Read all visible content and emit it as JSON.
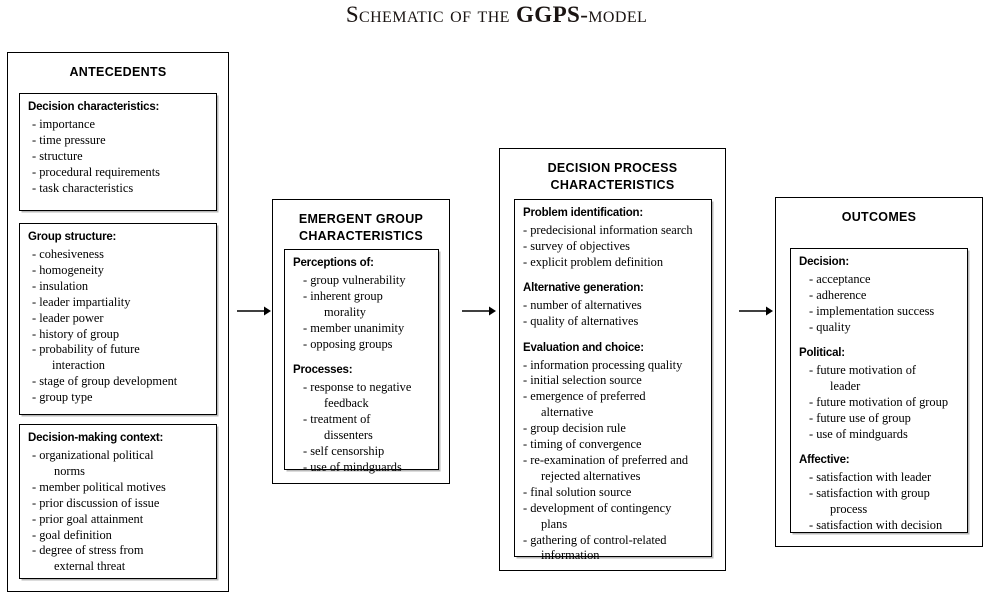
{
  "title": {
    "prefix": "Schematic of the ",
    "acronym": "GGPS",
    "suffix": "-model",
    "full": "Schematic of the GGPS-model"
  },
  "stages": [
    {
      "id": "antecedents",
      "heading": "ANTECEDENTS",
      "groups": [
        {
          "head": "Decision characteristics:",
          "items": [
            "- importance",
            "- time pressure",
            "- structure",
            "- procedural requirements",
            "- task characteristics"
          ]
        },
        {
          "head": "Group structure:",
          "items": [
            "- cohesiveness",
            "- homogeneity",
            "- insulation",
            "- leader impartiality",
            "- leader power",
            "- history of group",
            "- probability of future",
            "interaction",
            "- stage of group development",
            "- group type"
          ]
        },
        {
          "head": "Decision-making context:",
          "items": [
            "- organizational political",
            "norms",
            "- member political motives",
            "- prior discussion of issue",
            "- prior goal attainment",
            "- goal definition",
            "- degree of stress from",
            "external threat"
          ]
        }
      ]
    },
    {
      "id": "emergent",
      "heading_line1": "EMERGENT GROUP",
      "heading_line2": "CHARACTERISTICS",
      "groups": [
        {
          "head": "Perceptions of:",
          "items": [
            "- group vulnerability",
            "- inherent group",
            "morality",
            "- member unanimity",
            "- opposing groups"
          ]
        },
        {
          "head": "Processes:",
          "items": [
            "- response to negative",
            "feedback",
            "- treatment of",
            "dissenters",
            "- self censorship",
            "- use of mindguards"
          ]
        }
      ]
    },
    {
      "id": "process",
      "heading_line1": "DECISION PROCESS",
      "heading_line2": "CHARACTERISTICS",
      "groups": [
        {
          "head": "Problem identification:",
          "items": [
            "- predecisional information search",
            "- survey of objectives",
            "- explicit problem definition"
          ]
        },
        {
          "head": "Alternative generation:",
          "items": [
            "- number of alternatives",
            "- quality of alternatives"
          ]
        },
        {
          "head": "Evaluation and choice:",
          "items": [
            "- information processing quality",
            "- initial selection source",
            "- emergence of preferred",
            "alternative",
            "- group decision rule",
            "- timing of convergence",
            "- re-examination of preferred and",
            "rejected alternatives",
            "- final solution source",
            "- development of contingency",
            "plans",
            "- gathering of control-related",
            "information"
          ]
        }
      ]
    },
    {
      "id": "outcomes",
      "heading": "OUTCOMES",
      "groups": [
        {
          "head": "Decision:",
          "items": [
            "- acceptance",
            "- adherence",
            "- implementation success",
            "- quality"
          ]
        },
        {
          "head": "Political:",
          "items": [
            "- future motivation of",
            "leader",
            "- future motivation of group",
            "- future use of group",
            "- use of mindguards"
          ]
        },
        {
          "head": "Affective:",
          "items": [
            "- satisfaction with leader",
            "- satisfaction with group",
            "process",
            "- satisfaction with decision"
          ]
        }
      ]
    }
  ],
  "arrows": [
    {
      "id": "arrow-antecedents-to-emergent"
    },
    {
      "id": "arrow-emergent-to-process"
    },
    {
      "id": "arrow-process-to-outcomes"
    }
  ],
  "colors": {
    "line": "#000000",
    "background": "#ffffff",
    "title": "#1a1412"
  }
}
